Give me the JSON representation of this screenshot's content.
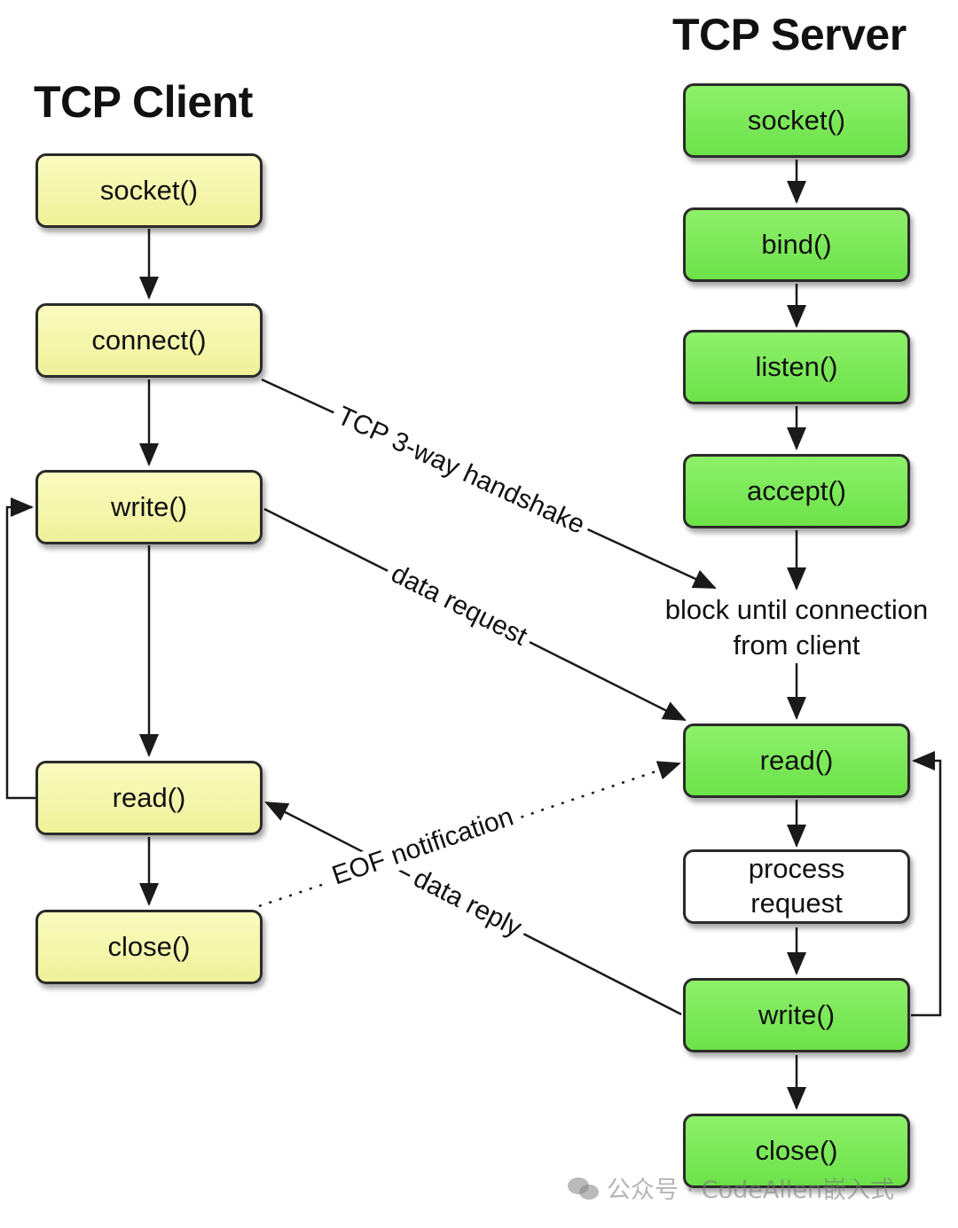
{
  "client": {
    "title": "TCP Client",
    "boxes": {
      "socket": "socket()",
      "connect": "connect()",
      "write": "write()",
      "read": "read()",
      "close": "close()"
    }
  },
  "server": {
    "title": "TCP Server",
    "boxes": {
      "socket": "socket()",
      "bind": "bind()",
      "listen": "listen()",
      "accept": "accept()",
      "read": "read()",
      "process": "process\nrequest",
      "write": "write()",
      "close": "close()"
    },
    "block_note": "block until connection\nfrom client"
  },
  "edges": {
    "handshake": "TCP 3-way handshake",
    "data_request": "data request",
    "data_reply": "data reply",
    "eof": "EOF notification"
  },
  "colors": {
    "client_fill": "#f5f7a8",
    "server_fill": "#7ee85a",
    "process_fill": "#ffffff",
    "stroke": "#1a1a1a"
  },
  "watermark": {
    "text": "公众号 · CodeAllen嵌入式",
    "icon": "wechat-icon"
  }
}
